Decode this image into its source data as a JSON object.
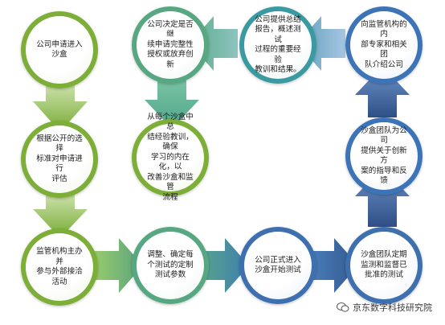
{
  "nodes": {
    "n1": "公司申请进入沙盒",
    "n2": "根据公开的选择\n标准对申请进行\n评估",
    "n3": "监管机构主办并\n参与外部接洽\n活动",
    "n4": "调整、确定每\n个测试的定制\n测试参数",
    "n5": "公司正式进入\n沙盒开始测试",
    "n6": "沙盒团队定期\n监测和监督已\n批准的测试",
    "n7": "沙盒团队为公司\n提供关于创新方\n案的指导和反馈",
    "n8": "向监管机构的内\n部专家和相关团\n队介绍公司",
    "n9": "公司提供总结\n报告，概述测试\n过程的重要经验\n教训和结果。",
    "n10": "公司决定是否继\n续申请完整性\n授权或放弃创新",
    "n11": "从每个沙盒中总\n结经验教训，确保\n学习的内在化，以\n改善沙盒和监管\n流程"
  },
  "watermark": "京东数字科技研究院",
  "colors": {
    "green": "#7cae38",
    "green_teal": "#57a882",
    "teal": "#3a9aa2",
    "blue": "#3e6fae"
  }
}
